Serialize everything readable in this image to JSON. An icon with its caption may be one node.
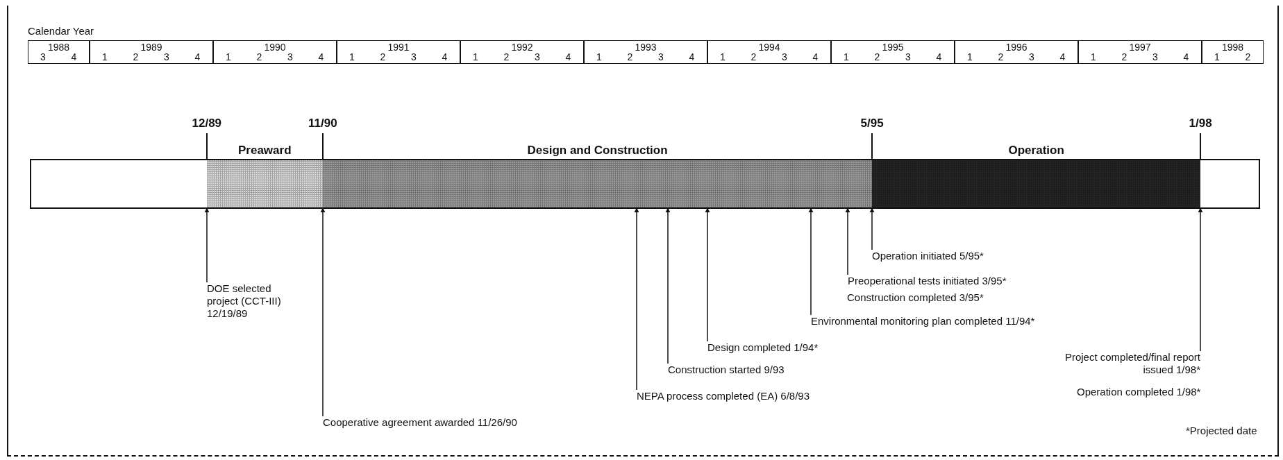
{
  "diagram": {
    "nodes": [
      {
        "text": [
          "Preaward"
        ]
      },
      {
        "text": [
          "Design and Construction"
        ]
      },
      {
        "text": [
          "Operation"
        ]
      },
      {
        "text": [
          "DOE selected project (CCT-III) 12/19/89"
        ]
      },
      {
        "text": [
          "Cooperative agreement awarded 11/26/90"
        ]
      },
      {
        "text": [
          "NEPA process completed (EA) 6/8/93"
        ]
      },
      {
        "text": [
          "Construction started 9/93"
        ]
      },
      {
        "text": [
          "Design completed 1/94*"
        ]
      },
      {
        "text": [
          "Environmental monitoring plan completed 11/94*"
        ]
      },
      {
        "text": [
          "Preoperational tests initiated 3/95*"
        ]
      },
      {
        "text": [
          "Operation initiated 5/95*"
        ]
      },
      {
        "text": [
          "Project completed/final report issued 1/98*"
        ]
      }
    ],
    "edges": [
      {
        "from": 3,
        "to": 0,
        "arrow": "to"
      },
      {
        "from": 4,
        "to": 1,
        "arrow": "to"
      },
      {
        "from": 5,
        "to": 1,
        "arrow": "to"
      },
      {
        "from": 6,
        "to": 1,
        "arrow": "to"
      },
      {
        "from": 7,
        "to": 1,
        "arrow": "to"
      },
      {
        "from": 8,
        "to": 1,
        "arrow": "to"
      },
      {
        "from": 9,
        "to": 1,
        "arrow": "to"
      },
      {
        "from": 10,
        "to": 2,
        "arrow": "to"
      },
      {
        "from": 11,
        "to": 2,
        "arrow": "to"
      }
    ],
    "labels": [
      "Calendar Year",
      "1988",
      "1989",
      "1990",
      "1991",
      "1992",
      "1993",
      "1994",
      "1995",
      "1996",
      "1997",
      "1998",
      "3",
      "4",
      "1",
      "2",
      "3",
      "4",
      "1",
      "2",
      "3",
      "4",
      "1",
      "2",
      "3",
      "4",
      "1",
      "2",
      "3",
      "4",
      "1",
      "2",
      "3",
      "4",
      "1",
      "2",
      "3",
      "4",
      "1",
      "2",
      "3",
      "4",
      "1",
      "2",
      "3",
      "4",
      "1",
      "2",
      "3",
      "4",
      "1",
      "2",
      "12/89",
      "11/90",
      "5/95",
      "1/98",
      "Construction completed 3/95*",
      "Operation completed 1/98*",
      "*Projected date"
    ]
  }
}
